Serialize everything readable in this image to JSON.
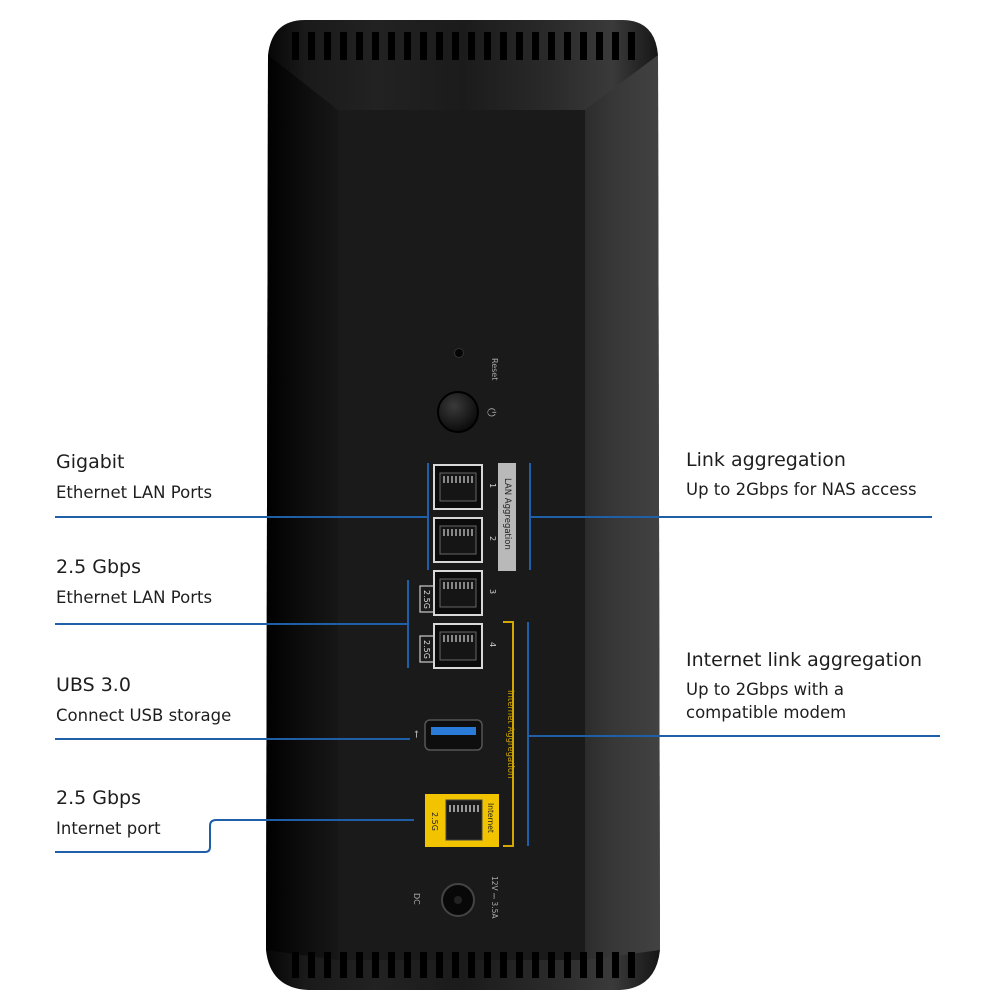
{
  "colors": {
    "line": "#1f5fa8",
    "body": "#1c1c1c",
    "internet_port": "#f2c400",
    "usb_tongue": "#2a7ad8",
    "silver_label": "#b9b9b9"
  },
  "callouts_left": [
    {
      "title": "Gigabit",
      "subtitle": "Ethernet LAN Ports"
    },
    {
      "title": "2.5 Gbps",
      "subtitle": "Ethernet LAN Ports"
    },
    {
      "title": "UBS 3.0",
      "subtitle": "Connect USB storage"
    },
    {
      "title": "2.5 Gbps",
      "subtitle": "Internet port"
    }
  ],
  "callouts_right": [
    {
      "title": "Link aggregation",
      "subtitle": [
        "Up to 2Gbps for NAS access"
      ]
    },
    {
      "title": "Internet link aggregation",
      "subtitle": [
        "Up to 2Gbps with a",
        "compatible modem"
      ]
    }
  ],
  "device": {
    "reset_label": "Reset",
    "power_symbol": "⏻",
    "lan_aggregation_label": "LAN Aggregation",
    "internet_aggregation_label": "Internet Aggregation",
    "port_numbers": [
      "1",
      "2",
      "3",
      "4"
    ],
    "speed_tag_1": "2.5G",
    "speed_tag_2": "2.5G",
    "internet_port_speed": "2.5G",
    "internet_port_label": "Internet",
    "dc_label": "DC",
    "power_rating": "12V ⎓ 3.5A"
  }
}
